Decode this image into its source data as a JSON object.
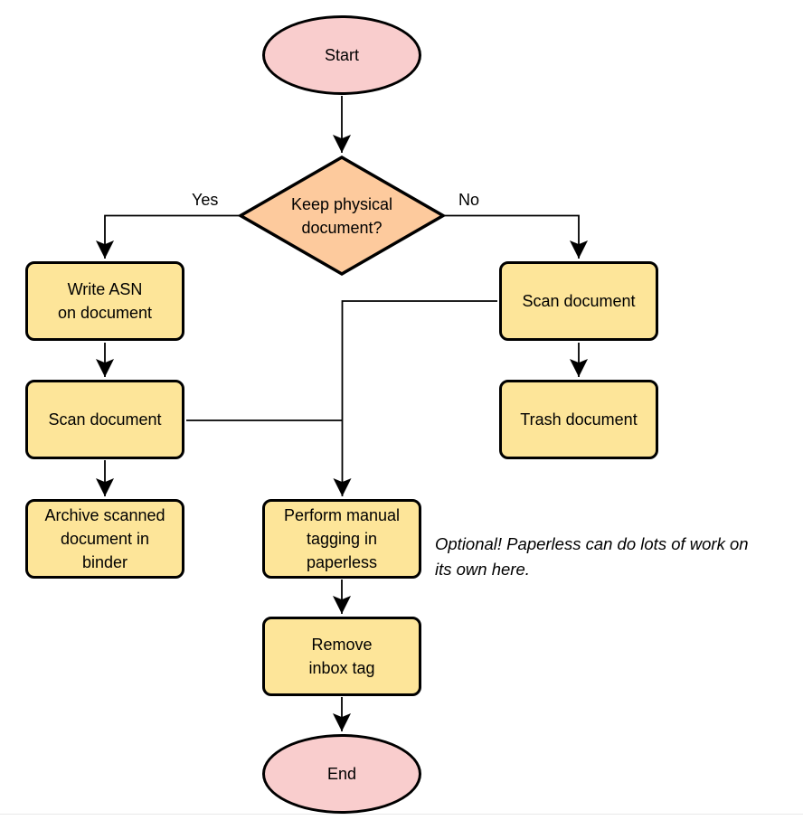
{
  "colors": {
    "terminator_fill": "#f9cdcd",
    "decision_fill": "#fdca9d",
    "process_fill": "#fde599",
    "stroke": "#000000",
    "background": "#ffffff"
  },
  "nodes": {
    "start": {
      "label": "Start"
    },
    "decision": {
      "label": "Keep physical\ndocument?"
    },
    "write_asn": {
      "label": "Write ASN\non document"
    },
    "scan_left": {
      "label": "Scan document"
    },
    "archive": {
      "label": "Archive scanned\ndocument in\nbinder"
    },
    "scan_right": {
      "label": "Scan document"
    },
    "trash": {
      "label": "Trash document"
    },
    "tagging": {
      "label": "Perform manual\ntagging in\npaperless"
    },
    "remove_inbox": {
      "label": "Remove\ninbox tag"
    },
    "end": {
      "label": "End"
    }
  },
  "edge_labels": {
    "yes": "Yes",
    "no": "No"
  },
  "note": {
    "text": "Optional! Paperless can do lots of work on\nits own here."
  }
}
